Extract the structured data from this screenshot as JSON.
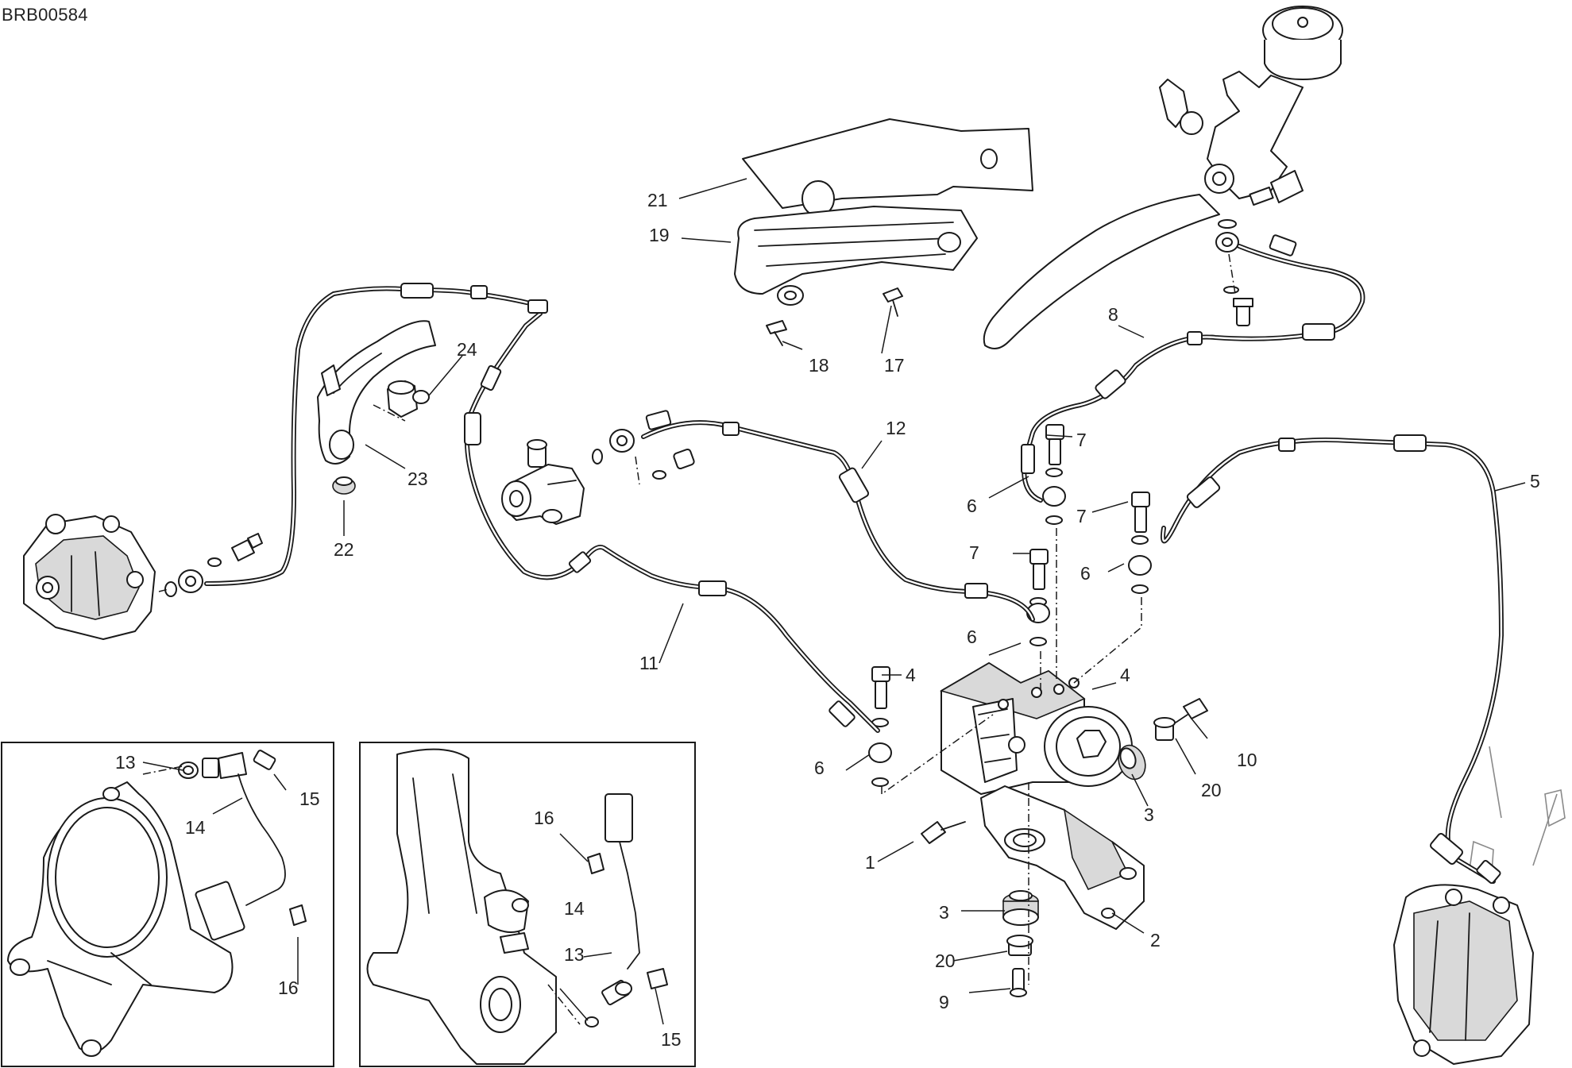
{
  "doc_code": "BRB00584",
  "callouts": [
    {
      "id": "c1",
      "label": "1"
    },
    {
      "id": "c2",
      "label": "2"
    },
    {
      "id": "c3a",
      "label": "3"
    },
    {
      "id": "c3b",
      "label": "3"
    },
    {
      "id": "c4a",
      "label": "4"
    },
    {
      "id": "c4b",
      "label": "4"
    },
    {
      "id": "c5",
      "label": "5"
    },
    {
      "id": "c6a",
      "label": "6"
    },
    {
      "id": "c6b",
      "label": "6"
    },
    {
      "id": "c6c",
      "label": "6"
    },
    {
      "id": "c6d",
      "label": "6"
    },
    {
      "id": "c7a",
      "label": "7"
    },
    {
      "id": "c7b",
      "label": "7"
    },
    {
      "id": "c7c",
      "label": "7"
    },
    {
      "id": "c8",
      "label": "8"
    },
    {
      "id": "c9",
      "label": "9"
    },
    {
      "id": "c10",
      "label": "10"
    },
    {
      "id": "c11",
      "label": "11"
    },
    {
      "id": "c12",
      "label": "12"
    },
    {
      "id": "c13a",
      "label": "13"
    },
    {
      "id": "c13b",
      "label": "13"
    },
    {
      "id": "c14a",
      "label": "14"
    },
    {
      "id": "c14b",
      "label": "14"
    },
    {
      "id": "c15a",
      "label": "15"
    },
    {
      "id": "c15b",
      "label": "15"
    },
    {
      "id": "c16a",
      "label": "16"
    },
    {
      "id": "c16b",
      "label": "16"
    },
    {
      "id": "c17",
      "label": "17"
    },
    {
      "id": "c18",
      "label": "18"
    },
    {
      "id": "c19",
      "label": "19"
    },
    {
      "id": "c20a",
      "label": "20"
    },
    {
      "id": "c20b",
      "label": "20"
    },
    {
      "id": "c21",
      "label": "21"
    },
    {
      "id": "c22",
      "label": "22"
    },
    {
      "id": "c23",
      "label": "23"
    },
    {
      "id": "c24",
      "label": "24"
    }
  ]
}
